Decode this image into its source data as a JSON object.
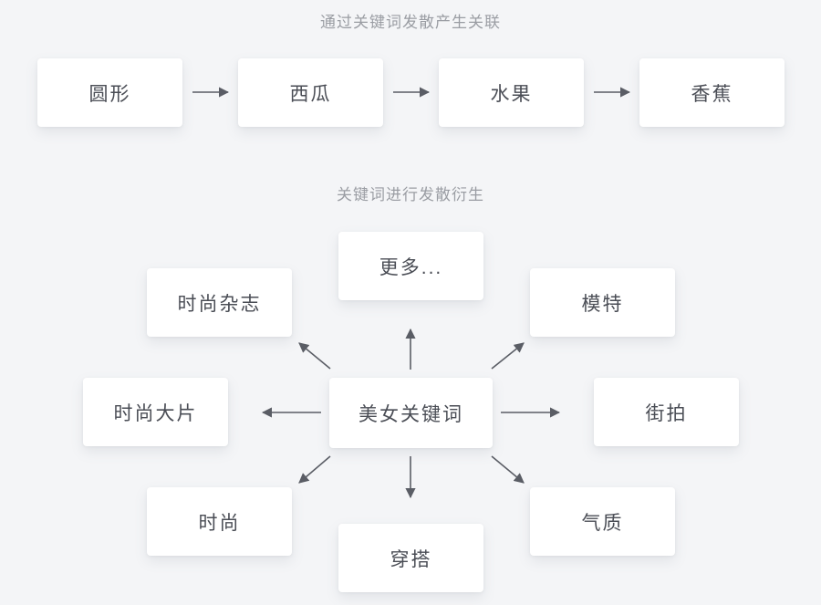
{
  "sections": {
    "chain": {
      "title": "通过关键词发散产生关联",
      "nodes": [
        {
          "label": "圆形"
        },
        {
          "label": "西瓜"
        },
        {
          "label": "水果"
        },
        {
          "label": "香蕉"
        }
      ],
      "connector": "arrow-right"
    },
    "radial": {
      "title": "关键词进行发散衍生",
      "center": {
        "label": "美女关键词"
      },
      "branches": [
        {
          "label": "更多...",
          "direction": "up"
        },
        {
          "label": "时尚杂志",
          "direction": "up-left"
        },
        {
          "label": "模特",
          "direction": "up-right"
        },
        {
          "label": "时尚大片",
          "direction": "left"
        },
        {
          "label": "街拍",
          "direction": "right"
        },
        {
          "label": "时尚",
          "direction": "down-left"
        },
        {
          "label": "气质",
          "direction": "down-right"
        },
        {
          "label": "穿搭",
          "direction": "down"
        }
      ]
    }
  },
  "colors": {
    "background": "#f4f5f7",
    "node_fill": "#ffffff",
    "node_text": "#4a4d55",
    "title_text": "#9a9da3",
    "arrow": "#5a5d65"
  }
}
